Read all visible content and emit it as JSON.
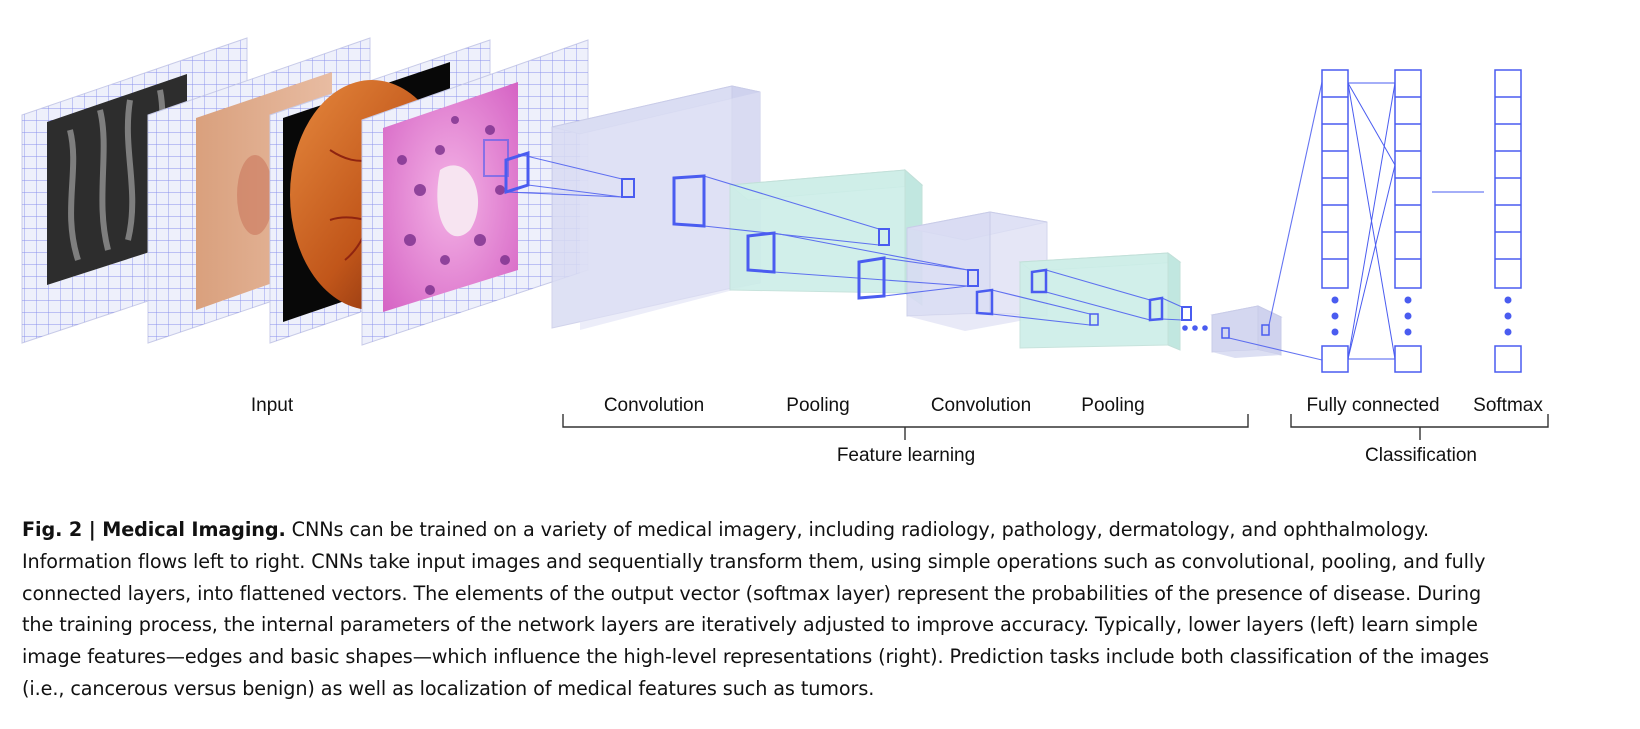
{
  "labels": {
    "input": "Input",
    "conv1": "Convolution",
    "pool1": "Pooling",
    "conv2": "Convolution",
    "pool2": "Pooling",
    "fully_connected": "Fully connected",
    "softmax": "Softmax",
    "feature_learning": "Feature learning",
    "classification": "Classification"
  },
  "caption": {
    "prefix": "Fig. 2 | Medical Imaging.",
    "lines": [
      " CNNs can be trained on a variety of medical imagery, including radiology, pathology, dermatology, and ophthalmology.",
      "Information flows left to right. CNNs take input images and sequentially transform them, using simple operations such as convolutional, pooling, and fully",
      "connected layers, into flattened vectors. The elements of the output vector (softmax layer) represent the probabilities of the presence of disease. During",
      "the training process, the internal parameters of the network layers are iteratively adjusted to improve accuracy. Typically, lower layers (left) learn simple",
      "image features—edges and basic shapes—which influence the high-level representations (right). Prediction tasks include both classification of the images",
      "(i.e., cancerous versus benign) as well as localization of medical features such as tumors."
    ]
  },
  "colors": {
    "grid": "#7f86ea",
    "network_line": "#4a5cf0",
    "conv_block": "#d9dcf3",
    "pool_block": "#cdeee8"
  }
}
